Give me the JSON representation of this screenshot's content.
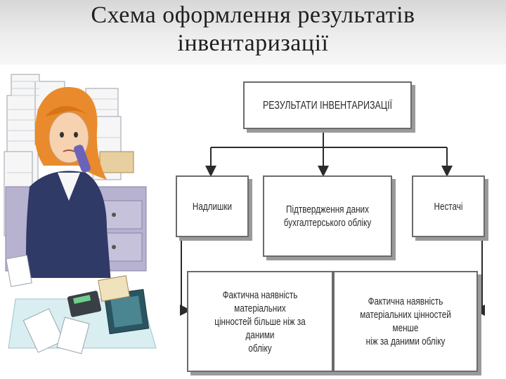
{
  "slide": {
    "title_line1": "Схема оформлення результатів",
    "title_line2": "інвентаризації"
  },
  "diagram": {
    "root": "РЕЗУЛЬТАТИ ІНВЕНТАРИЗАЦІЇ",
    "level1": {
      "left": "Надлишки",
      "center_line1": "Підтвердження даних",
      "center_line2": "бухгалтерського обліку",
      "right": "Нестачі"
    },
    "level2": {
      "left_line1": "Фактична наявність матеріальних",
      "left_line2": "цінностей більше ніж за даними",
      "left_line3": "обліку",
      "right_line1": "Фактична наявність",
      "right_line2": "матеріальних цінностей менше",
      "right_line3": "ніж за даними обліку"
    }
  },
  "colors": {
    "box_border": "#6b6b6b",
    "box_shadow": "#9a9a9a",
    "connector": "#2b2b2b",
    "header_bg": "#e3e3e3"
  }
}
